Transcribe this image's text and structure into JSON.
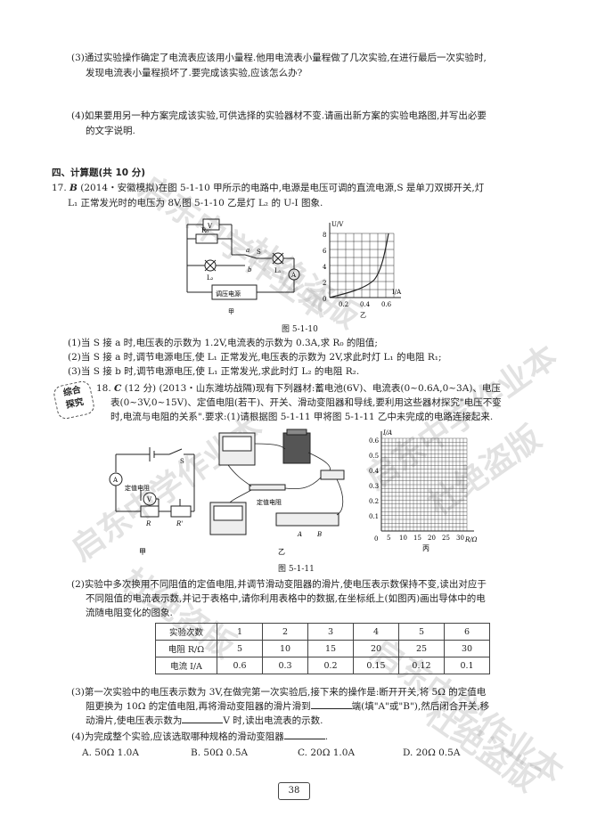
{
  "q3": {
    "line1": "(3)通过实验操作确定了电流表应该用小量程.他用电流表小量程做了几次实验,在进行最后一次实验时,",
    "line2": "发现电流表小量程损坏了.要完成该实验,应该怎么办?"
  },
  "q4": {
    "line1": "(4)如果要用另一种方案完成该实验,可供选择的实验器材不变.请画出新方案的实验电路图,并写出必要",
    "line2": "的文字说明."
  },
  "section_title": "四、计算题(共 10 分)",
  "q17": {
    "number": "17.",
    "grade": "B",
    "line1": "(2014・安徽模拟)在图 5-1-10 甲所示的电路中,电源是电压可调的直流电源,S 是单刀双掷开关,灯",
    "line2": "L₁ 正常发光时的电压为 8V,图 5-1-10 乙是灯 L₂ 的 U-I 图象.",
    "fig_caption": "图 5-1-10",
    "fig_left_label": "甲",
    "fig_right_label": "乙",
    "circuit": {
      "r0": "R₀",
      "a": "a",
      "b": "b",
      "s": "S",
      "l1": "L₁",
      "l2": "L₂",
      "v": "V",
      "amm": "A",
      "source": "调压电源"
    },
    "graph": {
      "ylabel": "U/V",
      "xlabel": "I/A",
      "yticks": [
        "0",
        "2",
        "4",
        "6",
        "8"
      ],
      "xticks": [
        "0.2",
        "0.4",
        "0.6"
      ]
    },
    "sub1": "(1)当 S 接 a 时,电压表的示数为 1.2V,电流表的示数为 0.3A,求 R₀ 的阻值;",
    "sub2": "(2)当 S 接 a 时,调节电源电压,使 L₁ 正常发光,电压表的示数为 2V,求此时灯 L₁ 的电阻 R₁;",
    "sub3": "(3)当 S 接 b 时,调节电源电压,使 L₁ 正常发光,求此时灯 L₂ 的电阻 R₂."
  },
  "badge": {
    "line1": "综合",
    "line2": "探究"
  },
  "q18": {
    "number": "18.",
    "grade": "C",
    "line1": "(12 分) (2013・山东潍坊战隔)现有下列器材:蓄电池(6V)、电流表(0~0.6A,0~3A)、电压",
    "line2": "表(0~3V,0~15V)、定值电阻(若干)、开关、滑动变阻器和导线,要利用这些器材探究\"电压不变",
    "line3": "时,电流与电阻的关系\".要求:(1)请根据图 5-1-11 甲将图 5-1-11 乙中未完成的电路连接起来.",
    "fig_caption": "图 5-1-11",
    "fig_labels": {
      "jia": "甲",
      "yi": "乙",
      "bing": "丙"
    },
    "circuit": {
      "s": "S",
      "a": "A",
      "v": "V",
      "r": "R",
      "rp": "R'",
      "fixed": "定值电阻"
    },
    "device": {
      "fixed": "定值电阻",
      "a": "A",
      "b": "B"
    },
    "graph": {
      "ylabel": "I/A",
      "xlabel": "R/Ω",
      "yticks": [
        "0",
        "0.1",
        "0.2",
        "0.3",
        "0.4",
        "0.5",
        "0.6"
      ],
      "xticks": [
        "5",
        "10",
        "15",
        "20",
        "25",
        "30"
      ]
    },
    "sub2_l1": "(2)实验中多次换用不同阻值的定值电阻,并调节滑动变阻器的滑片,使电压表示数保持不变,读出对应于",
    "sub2_l2": "不同阻值的电流表示数,并记于表格中,请你利用表格中的数据,在坐标纸上(如图丙)画出导体中的电",
    "sub2_l3": "流随电阻变化的图象.",
    "table": {
      "rows": [
        [
          "实验次数",
          "1",
          "2",
          "3",
          "4",
          "5",
          "6"
        ],
        [
          "电阻 R/Ω",
          "5",
          "10",
          "15",
          "20",
          "25",
          "30"
        ],
        [
          "电流 I/A",
          "0.6",
          "0.3",
          "0.2",
          "0.15",
          "0.12",
          "0.1"
        ]
      ]
    },
    "sub3_l1": "(3)第一次实验中的电压表示数为 3V,在做完第一次实验后,接下来的操作是:断开开关,将 5Ω 的定值电",
    "sub3_l2a": "阻更换为 10Ω 的定值电阻,再将滑动变阻器的滑片滑到",
    "sub3_l2b": "端(填\"A\"或\"B\"),然后闭合开关,移",
    "sub3_l3a": "动滑片,使电压表示数为",
    "sub3_l3b": "V 时,读出电流表的示数.",
    "sub4": "(4)为完成整个实验,应该选取哪种规格的滑动变阻器",
    "options": [
      "A. 50Ω  1.0A",
      "B. 50Ω  0.5A",
      "C. 20Ω  1.0A",
      "D. 20Ω  0.5A"
    ]
  },
  "page_number": "38",
  "watermarks": [
    "启东中学作业本",
    "杜绝盗版",
    "启东中学作业本",
    "杜绝盗版",
    "启东中学作业本",
    "杜绝盗版",
    "启东中学作业本",
    "杜绝盗版"
  ]
}
